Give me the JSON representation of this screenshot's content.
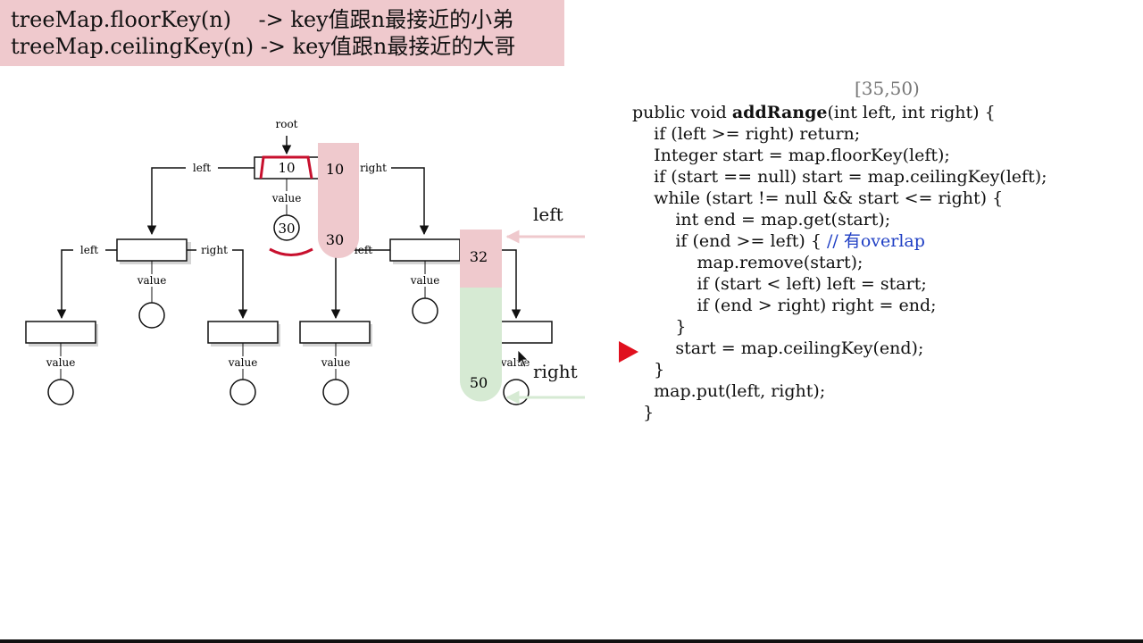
{
  "header": {
    "line1": "treeMap.floorKey(n)    -> key值跟n最接近的小弟",
    "line2": "treeMap.ceilingKey(n) -> key值跟n最接近的大哥"
  },
  "range_label": "[35,50)",
  "diagram": {
    "root_label": "root",
    "left_label": "left",
    "right_label": "right",
    "value_label": "value",
    "root_key": "10",
    "root_value": "30",
    "pink_bar": {
      "top": "10",
      "bottom": "30"
    },
    "merged_bar": {
      "top": "32",
      "bottom": "50"
    },
    "side_left": "left",
    "side_right": "right"
  },
  "code": {
    "l1a": "public void ",
    "l1b": "addRange",
    "l1c": "(int left, int right) {",
    "l2": "    if (left >= right) return;",
    "l3": "    Integer start = map.floorKey(left);",
    "l4": "    if (start == null) start = map.ceilingKey(left);",
    "l5": "    while (start != null && start <= right) {",
    "l6": "        int end = map.get(start);",
    "l7a": "        if (end >= left) { ",
    "l7b": "// 有overlap",
    "l8": "            map.remove(start);",
    "l9": "            if (start < left) left = start;",
    "l10": "            if (end > right) right = end;",
    "l11": "        }",
    "l12": "        start = map.ceilingKey(end);",
    "l13": "    }",
    "l14": "    map.put(left, right);",
    "l15": "  }"
  },
  "colors": {
    "header_bg": "#efc9cd",
    "pink": "#efc9cd",
    "green": "#d6ead3",
    "red": "#c8102e",
    "comment": "#1f3fc4"
  }
}
